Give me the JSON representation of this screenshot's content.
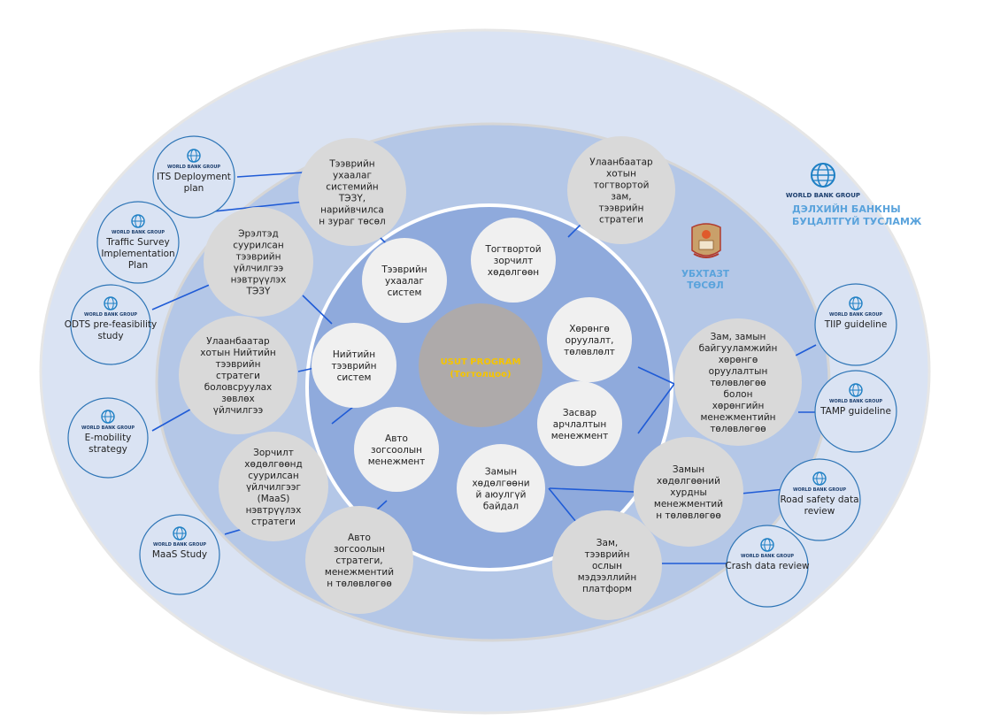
{
  "diagram": {
    "center": {
      "lines": [
        "USUT PROGRAM",
        "(Тогтолцоо)"
      ],
      "fill": "#aeaaaa",
      "text_color": "#f5c400"
    },
    "colors": {
      "outer_ring": "#dae3f3",
      "middle_ring": "#b4c7e7",
      "inner_disc": "#8faadc",
      "inner_node": "#f0f0f0",
      "middle_node": "#d9d9d9",
      "connector": "#1f5bd6",
      "wb_ring_stroke": "#2e75b6",
      "accent_text": "#5aa3dc"
    },
    "inner_nodes": [
      {
        "id": "its",
        "lines": [
          "Тээврийн",
          "ухаалаг",
          "систем"
        ]
      },
      {
        "id": "sustain",
        "lines": [
          "Тогтвортой",
          "зорчилт",
          "хөдөлгөөн"
        ]
      },
      {
        "id": "invest",
        "lines": [
          "Хөрөнгө",
          "оруулалт,",
          "төлөвлөлт"
        ]
      },
      {
        "id": "maint",
        "lines": [
          "Засвар",
          "арчлалтын",
          "менежмент"
        ]
      },
      {
        "id": "safety",
        "lines": [
          "Замын",
          "хөдөлгөөни",
          "й аюулгүй",
          "байдал"
        ]
      },
      {
        "id": "parking",
        "lines": [
          "Авто",
          "зогсоолын",
          "менежмент"
        ]
      },
      {
        "id": "pt",
        "lines": [
          "Нийтийн",
          "тээврийн",
          "систем"
        ]
      }
    ],
    "middle_nodes": [
      {
        "id": "m_its",
        "lines": [
          "Тээврийн",
          "ухаалаг",
          "системийн",
          "ТЭЗҮ,",
          "нарийвчилса",
          "н зураг төсөл"
        ]
      },
      {
        "id": "m_sustain",
        "lines": [
          "Улаанбаатар",
          "хотын",
          "тогтвортой",
          "зам,",
          "тээврийн",
          "стратеги"
        ]
      },
      {
        "id": "m_demand",
        "lines": [
          "Эрэлтэд",
          "суурилсан",
          "тээврийн",
          "үйлчилгээ",
          "нэвтрүүлэх",
          "ТЭЗҮ"
        ]
      },
      {
        "id": "m_pt",
        "lines": [
          "Улаанбаатар",
          "хотын Нийтийн",
          "тээврийн",
          "стратеги",
          "боловсруулах",
          "зөвлөх",
          "үйлчилгээ"
        ]
      },
      {
        "id": "m_maas",
        "lines": [
          "Зорчилт",
          "хөдөлгөөнд",
          "суурилсан",
          "үйлчилгээг",
          "(MaaS)",
          "нэвтрүүлэх",
          "стратеги"
        ]
      },
      {
        "id": "m_parking",
        "lines": [
          "Авто",
          "зогсоолын",
          "стратеги,",
          "менежментий",
          "н төлөвлөгөө"
        ]
      },
      {
        "id": "m_crash",
        "lines": [
          "Зам,",
          "тээврийн",
          "ослын",
          "мэдээллийн",
          "платформ"
        ]
      },
      {
        "id": "m_speed",
        "lines": [
          "Замын",
          "хөдөлгөөний",
          "хурдны",
          "менежментий",
          "н төлөвлөгөө"
        ]
      },
      {
        "id": "m_asset",
        "lines": [
          "Зам, замын",
          "байгууламжийн",
          "хөрөнгө",
          "оруулалтын",
          "төлөвлөгөө",
          "болон",
          "хөрөнгийн",
          "менежментийн",
          "төлөвлөгөө"
        ]
      }
    ],
    "wb_brand": "WORLD BANK GROUP",
    "wb_nodes": [
      {
        "id": "w_its",
        "lines": [
          "ITS Deployment",
          "plan"
        ]
      },
      {
        "id": "w_traffic",
        "lines": [
          "Traffic Survey",
          "Implementation",
          "Plan"
        ]
      },
      {
        "id": "w_odts",
        "lines": [
          "ODTS pre-feasibility",
          "study"
        ]
      },
      {
        "id": "w_emob",
        "lines": [
          "E-mobility",
          "strategy"
        ]
      },
      {
        "id": "w_maas",
        "lines": [
          "MaaS Study"
        ]
      },
      {
        "id": "w_tiip",
        "lines": [
          "TIIP guideline"
        ]
      },
      {
        "id": "w_tamp",
        "lines": [
          "TAMP guideline"
        ]
      },
      {
        "id": "w_road",
        "lines": [
          "Road safety data",
          "review"
        ]
      },
      {
        "id": "w_crash",
        "lines": [
          "Crash data review"
        ]
      }
    ],
    "wb_logo_block": {
      "brand": "WORLD BANK GROUP",
      "caption_lines": [
        "ДЭЛХИЙН БАНКНЫ",
        "БУЦАЛТГҮЙ ТУСЛАМЖ"
      ]
    },
    "ubx_block": {
      "caption_lines": [
        "УБХТАЗТ",
        "ТӨСӨЛ"
      ]
    }
  }
}
